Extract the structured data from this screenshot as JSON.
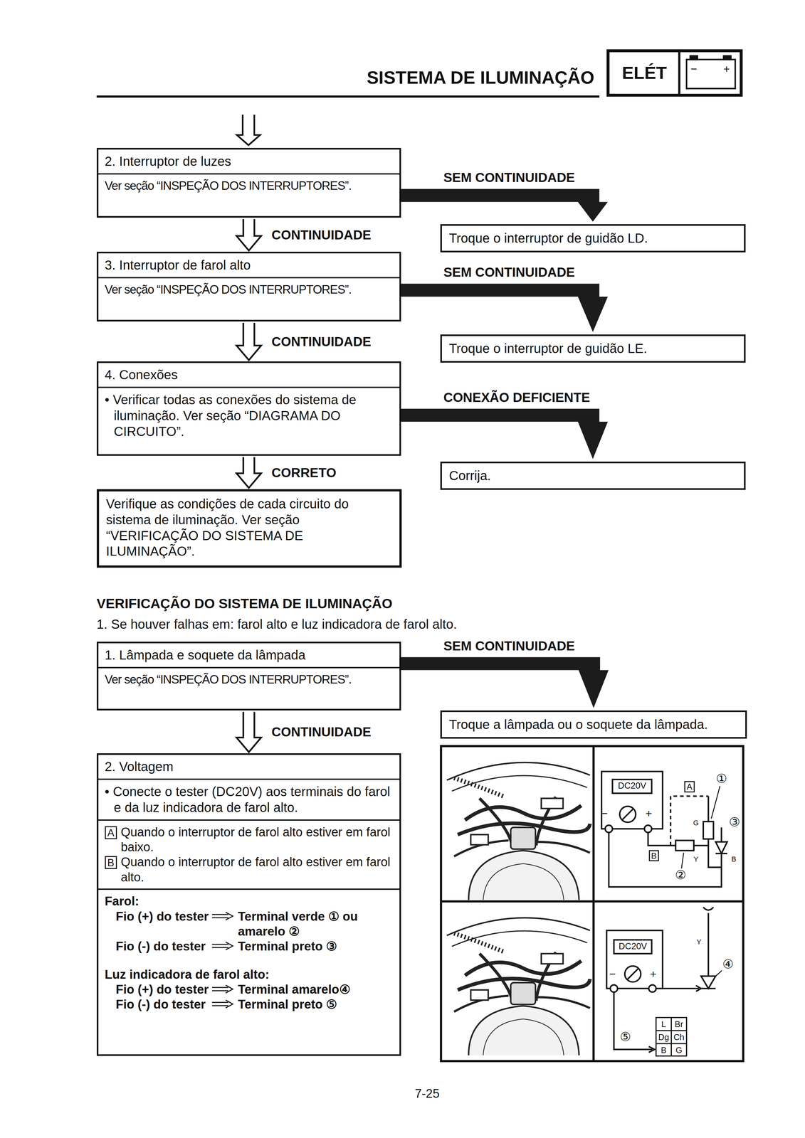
{
  "diagram": {
    "title": "SISTEMA DE ILUMINAÇÃO",
    "nodes": [
      {
        "text": [
          "ELÉT",
          "−",
          "+"
        ]
      },
      {
        "text": [
          "2. Interruptor de luzes",
          "Ver seção “INSPEÇÃO DOS INTERRUPTORES”."
        ]
      },
      {
        "text": [
          "Troque o interruptor de guidão LD."
        ]
      },
      {
        "text": [
          "3. Interruptor de farol alto",
          "Ver seção “INSPEÇÃO DOS INTERRUPTORES”."
        ]
      },
      {
        "text": [
          "Troque o interruptor de guidão LE."
        ]
      },
      {
        "text": [
          "4. Conexões",
          "• Verificar todas as conexões do sistema de iluminação. Ver seção “DIAGRAMA DO CIRCUITO”."
        ]
      },
      {
        "text": [
          "Corrija."
        ]
      },
      {
        "text": [
          "Verifique as condições de cada circuito do sistema de iluminação. Ver seção “VERIFICAÇÃO DO SISTEMA DE ILUMINAÇÃO”."
        ]
      },
      {
        "text": [
          "1. Lâmpada e soquete da lâmpada",
          "Ver seção “INSPEÇÃO DOS INTERRUPTORES”."
        ]
      },
      {
        "text": [
          "Troque a lâmpada ou o soquete da lâmpada."
        ]
      },
      {
        "text": [
          "2. Voltagem",
          "• Conecte o tester (DC20V) aos terminais do farol e da luz indicadora de farol alto.",
          "A",
          "Quando o interruptor de farol alto estiver em farol baixo.",
          "B",
          "Quando o interruptor de farol alto estiver em farol alto.",
          "Farol:",
          "Fio (+) do tester",
          "Terminal verde ① ou amarelo ②",
          "Fio (-) do tester",
          "Terminal preto ③",
          "Luz indicadora de farol alto:",
          "Fio (+) do tester",
          "Terminal amarelo④",
          "Fio (-) do tester",
          "Terminal preto ⑤"
        ]
      }
    ],
    "edges": [
      {
        "from": 1,
        "to": 2,
        "arrow": "to",
        "label": "SEM CONTINUIDADE"
      },
      {
        "from": 1,
        "to": 3,
        "arrow": "to",
        "label": "CONTINUIDADE"
      },
      {
        "from": 3,
        "to": 4,
        "arrow": "to",
        "label": "SEM CONTINUIDADE"
      },
      {
        "from": 3,
        "to": 5,
        "arrow": "to",
        "label": "CONTINUIDADE"
      },
      {
        "from": 5,
        "to": 6,
        "arrow": "to",
        "label": "CONEXÃO DEFICIENTE"
      },
      {
        "from": 5,
        "to": 7,
        "arrow": "to",
        "label": "CORRETO"
      },
      {
        "from": 8,
        "to": 9,
        "arrow": "to",
        "label": "SEM CONTINUIDADE"
      },
      {
        "from": 8,
        "to": 10,
        "arrow": "to",
        "label": "CONTINUIDADE"
      }
    ],
    "labels": [
      "VERIFICAÇÃO DO SISTEMA DE ILUMINAÇÃO",
      "1. Se houver falhas em: farol alto e luz indicadora de farol alto.",
      "DC20V",
      "−",
      "+",
      "A",
      "①",
      "G",
      "③",
      "B",
      "Y",
      "②",
      "B",
      "DC20V",
      "−",
      "+",
      "Y",
      "④",
      "⑤",
      "L",
      "Br",
      "Dg",
      "Ch",
      "B",
      "G",
      "7-25"
    ]
  }
}
